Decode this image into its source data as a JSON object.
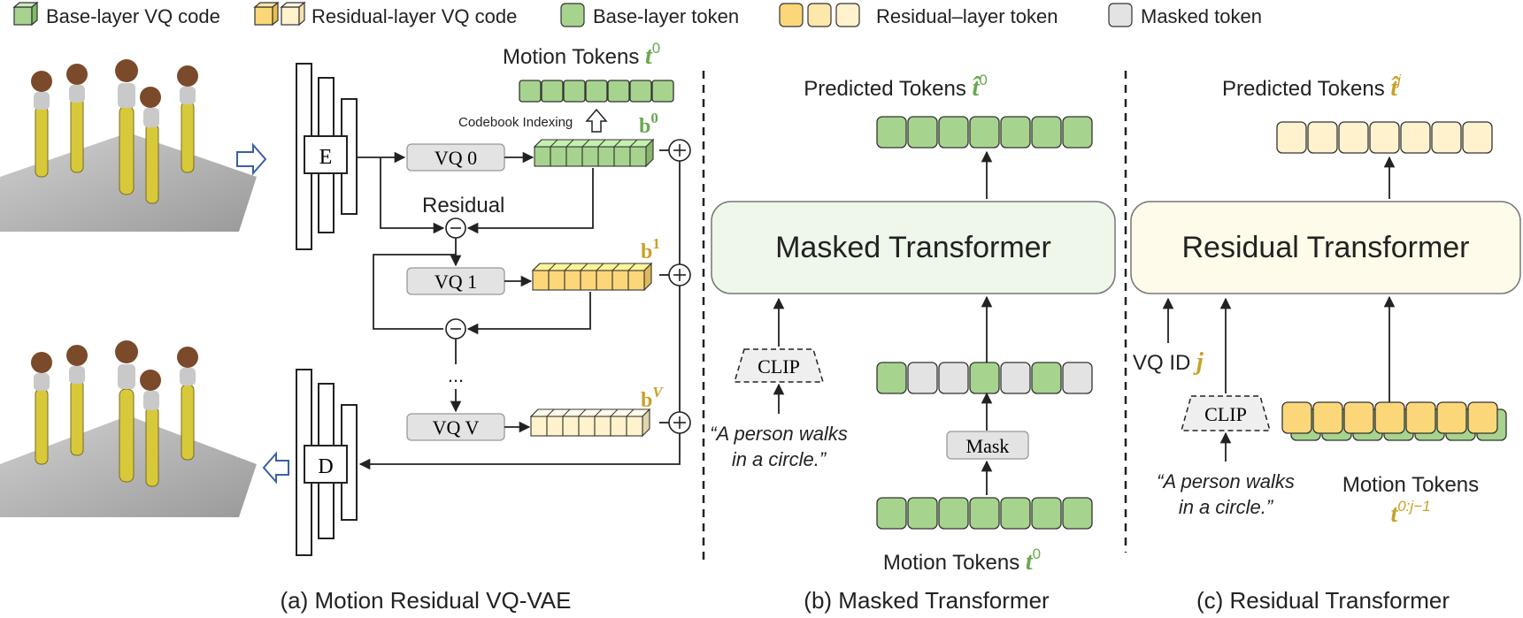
{
  "legend": {
    "base_code": "Base-layer VQ code",
    "residual_code": "Residual-layer VQ code",
    "base_token": "Base-layer token",
    "residual_token": "Residual–layer token",
    "masked_token": "Masked token"
  },
  "panel_a": {
    "caption": "(a) Motion Residual VQ-VAE",
    "motion_tokens_label": "Motion Tokens",
    "motion_tokens_symbol": "t",
    "motion_tokens_sup": "0",
    "codebook_indexing": "Codebook Indexing",
    "encoder": "E",
    "decoder": "D",
    "vq0": "VQ 0",
    "vq1": "VQ 1",
    "vqv": "VQ V",
    "residual": "Residual",
    "dots": "...",
    "b0_symbol": "b",
    "b0_sup": "0",
    "b1_symbol": "b",
    "b1_sup": "1",
    "bv_symbol": "b",
    "bv_sup": "V"
  },
  "panel_b": {
    "caption": "(b) Masked Transformer",
    "transformer": "Masked Transformer",
    "predicted_label": "Predicted Tokens",
    "predicted_symbol": "t̂",
    "predicted_sup": "0",
    "clip": "CLIP",
    "text_line1": "“A person walks",
    "text_line2": "in a circle.”",
    "mask": "Mask",
    "motion_tokens_label": "Motion Tokens",
    "motion_tokens_symbol": "t",
    "motion_tokens_sup": "0",
    "masked_row": [
      "base",
      "masked",
      "masked",
      "base",
      "masked",
      "base",
      "masked"
    ]
  },
  "panel_c": {
    "caption": "(c) Residual Transformer",
    "transformer": "Residual Transformer",
    "predicted_label": "Predicted Tokens",
    "predicted_symbol": "t̂",
    "predicted_sup": "j",
    "vq_id_label": "VQ ID",
    "vq_id_symbol": "j",
    "clip": "CLIP",
    "text_line1": "“A person walks",
    "text_line2": "in a circle.”",
    "motion_tokens_label": "Motion Tokens",
    "motion_tokens_symbol": "t",
    "motion_tokens_sup": "0:j−1"
  },
  "colors": {
    "green": "#a6d38e",
    "green_dark": "#5a8a45",
    "yellow": "#fcd77a",
    "yellow_mid": "#fde7aa",
    "yellow_light": "#fff2cc",
    "gray": "#e3e3e3",
    "accent_green": "#6aa84f",
    "accent_gold": "#c9a227",
    "masked_tf_fill": "#eef7ea",
    "residual_tf_fill": "#fffbea"
  }
}
